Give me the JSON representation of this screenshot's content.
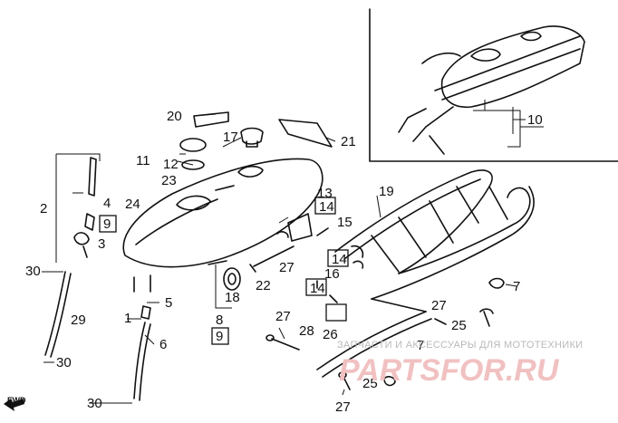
{
  "diagram": {
    "labels": {
      "l1": "1",
      "l2": "2",
      "l3": "3",
      "l4": "4",
      "l5": "5",
      "l6": "6",
      "l7": "7",
      "l7b": "7",
      "l8": "8",
      "l9a": "9",
      "l9b": "9",
      "l10": "10",
      "l11": "11",
      "l12": "12",
      "l13": "13",
      "l14a": "14",
      "l14b": "14",
      "l14c": "14",
      "l15": "15",
      "l16": "16",
      "l17": "17",
      "l18": "18",
      "l19": "19",
      "l20": "20",
      "l21": "21",
      "l22": "22",
      "l23": "23",
      "l24": "24",
      "l25a": "25",
      "l25b": "25",
      "l26": "26",
      "l27a": "27",
      "l27b": "27",
      "l27c": "27",
      "l27d": "27",
      "l28": "28",
      "l29": "29",
      "l30a": "30",
      "l30b": "30",
      "l30c": "30"
    },
    "fwd_label": "FWD"
  },
  "watermark": {
    "caption": "ЗАПЧАСТИ И АКСЕССУАРЫ ДЛЯ МОТОТЕХНИКИ",
    "brand": "PARTSFOR.RU"
  }
}
